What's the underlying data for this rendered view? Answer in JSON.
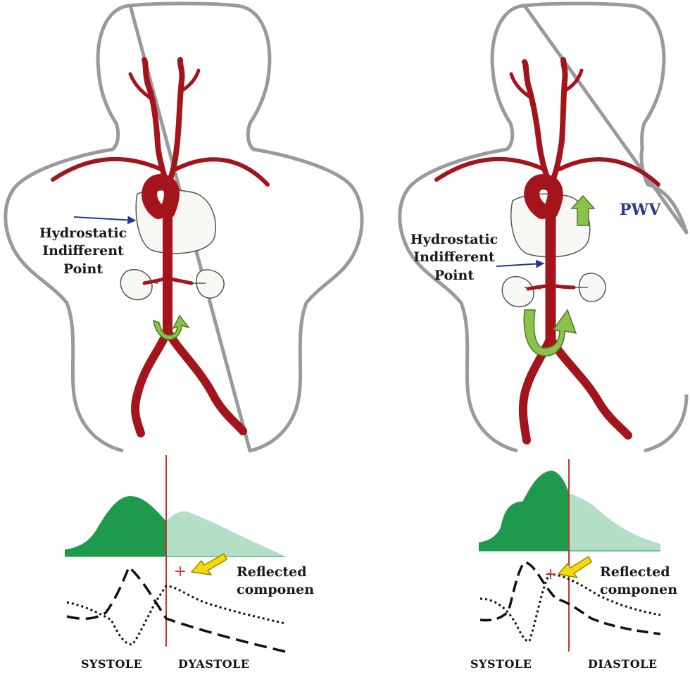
{
  "colors": {
    "artery": "#a3141c",
    "outline": "#9a9a9a",
    "systole_fill": "#1f9a4c",
    "diastole_fill": "#b4dfc7",
    "pointer_arrow": "#1f3a93",
    "green_arrow": "#8bc34a",
    "yellow_arrow": "#f5d90a",
    "marker": "#d32f2f",
    "pwv_text": "#2a3b8f"
  },
  "left_panel": {
    "hip_label_1": "Hydrostatic",
    "hip_label_2": "Indifferent",
    "hip_label_3": "Point",
    "reflected_1": "Reflected",
    "reflected_2": "componen",
    "systole": "SYSTOLE",
    "diastole": "DYASTOLE"
  },
  "right_panel": {
    "pwv": "PWV",
    "hip_label_1": "Hydrostatic",
    "hip_label_2": "Indifferent",
    "hip_label_3": "Point",
    "reflected_1": "Reflected",
    "reflected_2": "componen",
    "systole": "SYSTOLE",
    "diastole": "DIASTOLE"
  }
}
